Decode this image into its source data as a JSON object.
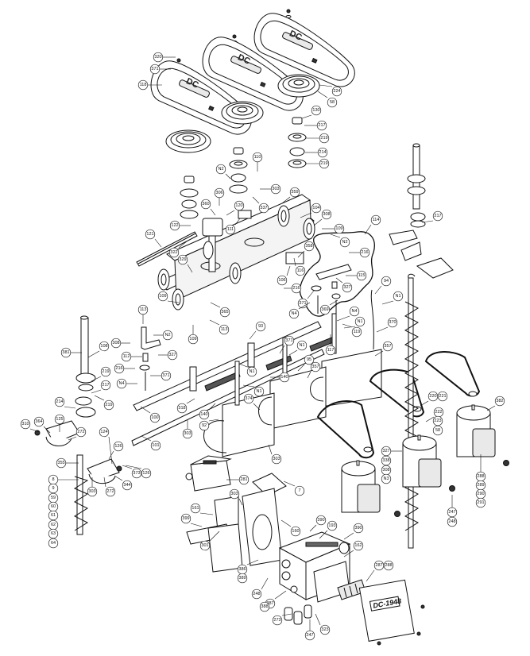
{
  "diagram": {
    "cover_logo": "DC",
    "cover_plate_label": "DC-1948",
    "callouts": [
      "320",
      "371",
      "118",
      "224",
      "58",
      "130",
      "217",
      "219",
      "214",
      "219",
      "110",
      "N2",
      "303",
      "337",
      "306",
      "360",
      "120",
      "359",
      "111",
      "122",
      "104",
      "308",
      "109",
      "114",
      "217",
      "121",
      "322",
      "N2",
      "216",
      "358",
      "329",
      "116",
      "115",
      "106",
      "327",
      "109",
      "113",
      "365",
      "113",
      "109",
      "93",
      "N2",
      "308",
      "381",
      "108",
      "112",
      "327",
      "219",
      "216",
      "371",
      "N4",
      "217",
      "214",
      "219",
      "318",
      "100",
      "140",
      "92",
      "310",
      "364",
      "125",
      "272",
      "124",
      "303",
      "101",
      "126",
      "355",
      "373",
      "126",
      "8",
      "344",
      "303",
      "272",
      "9",
      "59",
      "60",
      "61",
      "62",
      "63",
      "64",
      "281",
      "303",
      "161",
      "399",
      "301",
      "94",
      "N1",
      "371",
      "369",
      "N4",
      "N4",
      "N1",
      "370",
      "119",
      "371",
      "N1",
      "117",
      "357",
      "95",
      "357",
      "N1",
      "140",
      "N1",
      "374",
      "220",
      "221",
      "382",
      "222",
      "223",
      "58",
      "303",
      "327",
      "338",
      "308",
      "N3",
      "7",
      "288",
      "289",
      "290",
      "291",
      "160",
      "390",
      "193",
      "390",
      "247",
      "248",
      "162",
      "287",
      "288",
      "386",
      "389",
      "248",
      "387",
      "388",
      "273",
      "247",
      "323",
      "216"
    ]
  }
}
